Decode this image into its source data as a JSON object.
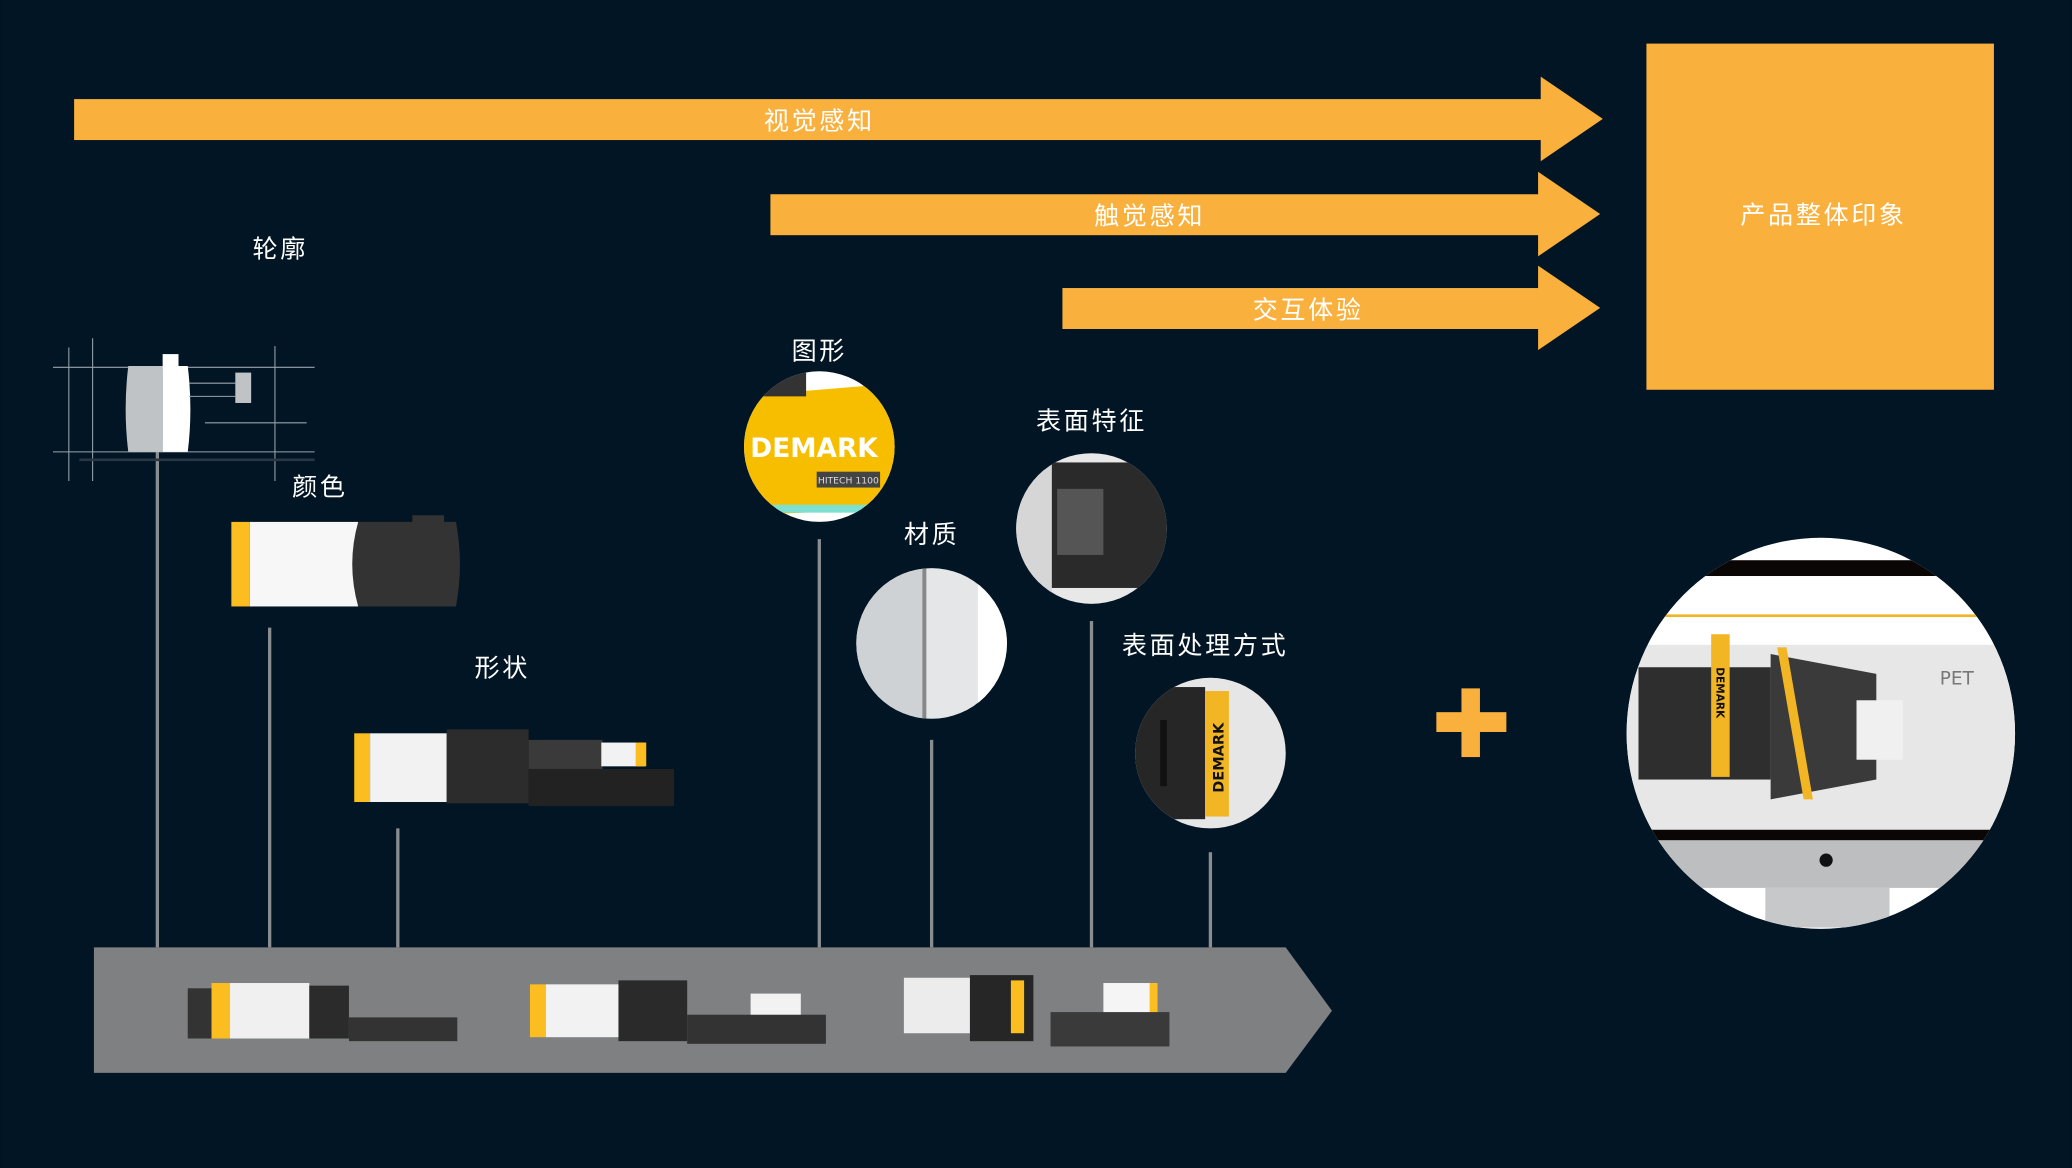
{
  "colors": {
    "background": "#021524",
    "accent": "#F9B03D",
    "band": "#7e8081"
  },
  "arrows": [
    {
      "label": "视觉感知"
    },
    {
      "label": "触觉感知"
    },
    {
      "label": "交互体验"
    }
  ],
  "result_box": {
    "label": "产品整体印象"
  },
  "features": {
    "outline": "轮廓",
    "color": "颜色",
    "shape": "形状",
    "graphic": "图形",
    "material": "材质",
    "surface_feature": "表面特征",
    "surface_treatment": "表面处理方式"
  },
  "brand": {
    "logo": "DEMARK",
    "model": "HITECH 1100",
    "monitor_title": "PET"
  },
  "plus_icon": "plus-icon"
}
